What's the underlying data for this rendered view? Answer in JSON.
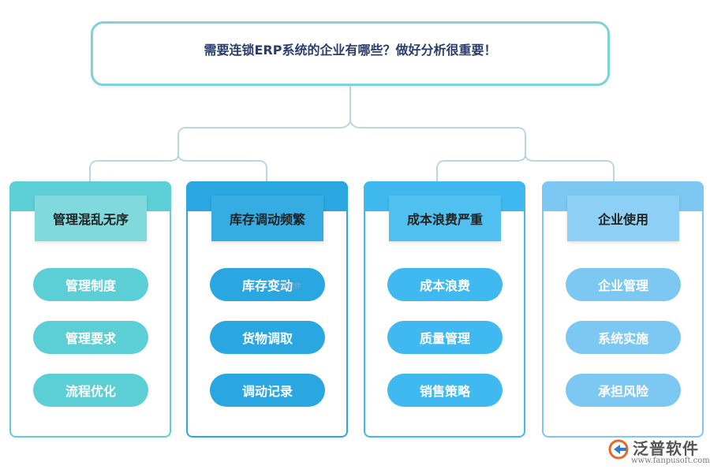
{
  "title": "需要连锁ERP系统的企业有哪些？做好分析很重要！",
  "colors": {
    "col1": "#5ccfd6",
    "col1_header": "#7fd9dd",
    "col2": "#2aa6e0",
    "col2_header": "#35ace2",
    "col3": "#3fb9ef",
    "col3_header": "#50c0f0",
    "col4": "#7cc8f3",
    "col4_header": "#8ed0f5",
    "connector": "#b9d7de"
  },
  "columns": [
    {
      "header": "管理混乱无序",
      "items": [
        "管理制度",
        "管理要求",
        "流程优化"
      ]
    },
    {
      "header": "库存调动频繁",
      "items": [
        "库存变动",
        "货物调取",
        "调动记录"
      ]
    },
    {
      "header": "成本浪费严重",
      "items": [
        "成本浪费",
        "质量管理",
        "销售策略"
      ]
    },
    {
      "header": "企业使用",
      "items": [
        "企业管理",
        "系统实施",
        "承担风险"
      ]
    }
  ],
  "watermark_inline": "泛普软件",
  "logo": {
    "name": "泛普软件",
    "url": "www.fanpusoft.com",
    "icon": "fanpu-logo-icon"
  }
}
